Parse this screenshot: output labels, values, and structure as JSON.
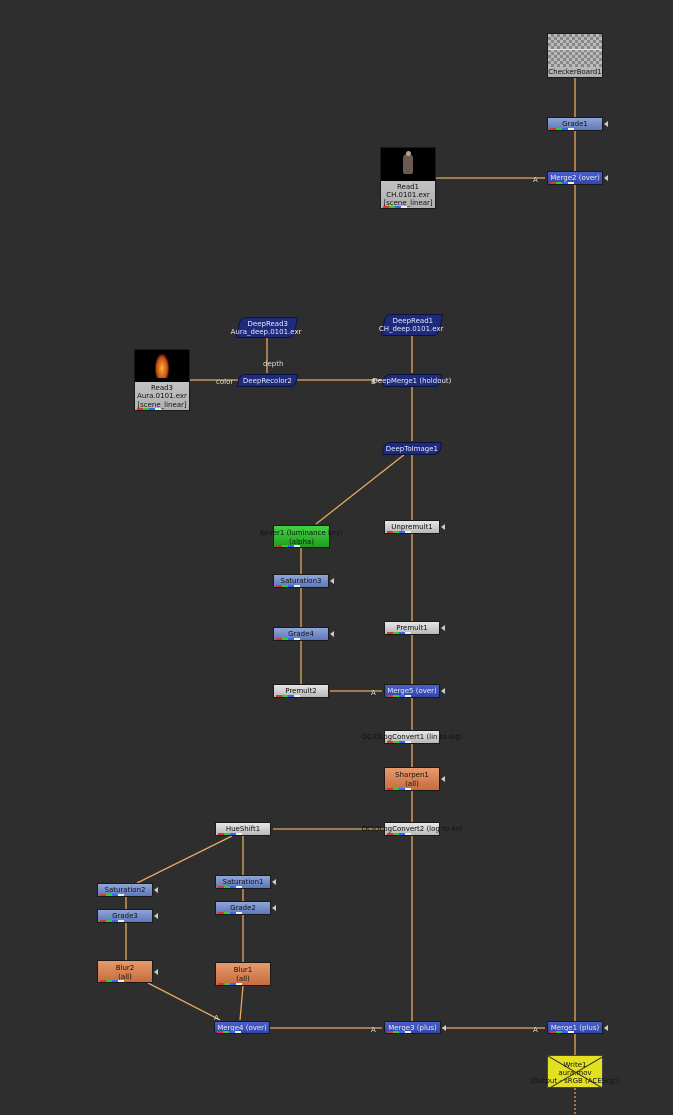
{
  "nodes": {
    "checkerboard": {
      "label": "CheckerBoard1"
    },
    "grade1": {
      "label": "Grade1"
    },
    "read1": {
      "label1": "Read1",
      "label2": "CH.0101.exr",
      "label3": "[scene_linear]"
    },
    "merge2": {
      "label": "Merge2 (over)"
    },
    "deepread3": {
      "label1": "DeepRead3",
      "label2": "Aura_deep.0101.exr"
    },
    "deepread1": {
      "label1": "DeepRead1",
      "label2": "CH_deep.0101.exr"
    },
    "read3": {
      "label1": "Read3",
      "label2": "Aura.0101.exr",
      "label3": "[scene_linear]"
    },
    "deeprecolor2": {
      "label": "DeepRecolor2"
    },
    "deepmerge1": {
      "label": "DeepMerge1 (holdout)"
    },
    "deeptoimage1": {
      "label": "DeepToImage1"
    },
    "keyer1": {
      "label1": "Keyer1 (luminance key)",
      "label2": "(alpha)"
    },
    "unpremult1": {
      "label": "Unpremult1"
    },
    "saturation3": {
      "label": "Saturation3"
    },
    "grade4": {
      "label": "Grade4"
    },
    "premult1": {
      "label": "Premult1"
    },
    "premult2": {
      "label": "Premult2"
    },
    "merge5": {
      "label": "Merge5 (over)"
    },
    "ocio1": {
      "label": "OCIOLogConvert1 (lin to log)"
    },
    "sharpen1": {
      "label1": "Sharpen1",
      "label2": "(all)"
    },
    "hueshift1": {
      "label": "HueShift1"
    },
    "ocio2": {
      "label": "OCIOLogConvert2 (log to lin)"
    },
    "saturation2": {
      "label": "Saturation2"
    },
    "saturation1": {
      "label": "Saturation1"
    },
    "grade3": {
      "label": "Grade3"
    },
    "grade2": {
      "label": "Grade2"
    },
    "blur2": {
      "label1": "Blur2",
      "label2": "(all)"
    },
    "blur1": {
      "label1": "Blur1",
      "label2": "(all)"
    },
    "merge4": {
      "label": "Merge4 (over)"
    },
    "merge3": {
      "label": "Merge3 (plus)"
    },
    "merge1": {
      "label": "Merge1 (plus)"
    },
    "write1": {
      "label1": "Write1",
      "label2": "aura.mov",
      "label3": "(Output - sRGB (ACEScg))"
    }
  },
  "pins": {
    "a": "A",
    "b": "B",
    "depth": "depth",
    "color": "color"
  },
  "colors": {
    "background": "#2e2e2e",
    "wire": "#e8a860",
    "merge": "#3a4fb8",
    "deep": "#1e2a7a"
  }
}
